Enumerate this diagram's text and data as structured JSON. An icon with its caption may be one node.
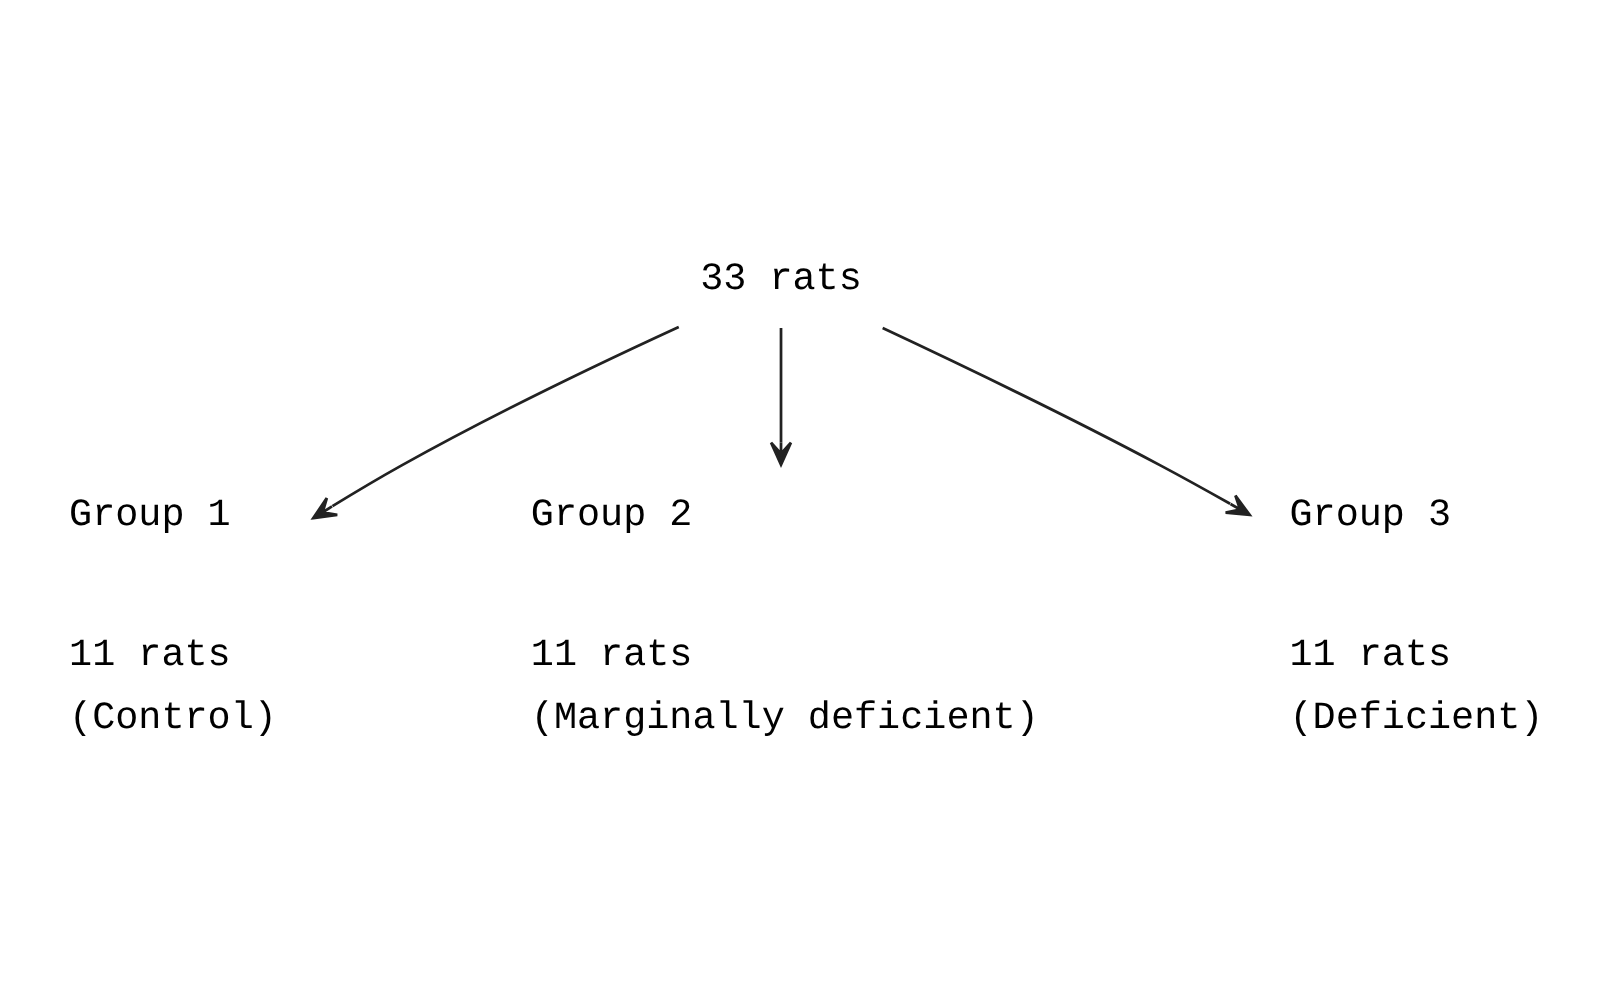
{
  "diagram": {
    "nodes": [
      {
        "text": [
          "33 rats"
        ]
      },
      {
        "text": [
          "Group 1"
        ],
        "beside": [
          "11 rats",
          "(Control)"
        ]
      },
      {
        "text": [
          "Group 2"
        ],
        "beside": [
          "11 rats",
          "(Marginally deficient)"
        ]
      },
      {
        "text": [
          "Group 3"
        ],
        "beside": [
          "11 rats",
          "(Deficient)"
        ]
      }
    ],
    "edges": [
      {
        "from": 0,
        "to": 1,
        "arrow": "to"
      },
      {
        "from": 0,
        "to": 2,
        "arrow": "to"
      },
      {
        "from": 0,
        "to": 3,
        "arrow": "to"
      }
    ]
  }
}
